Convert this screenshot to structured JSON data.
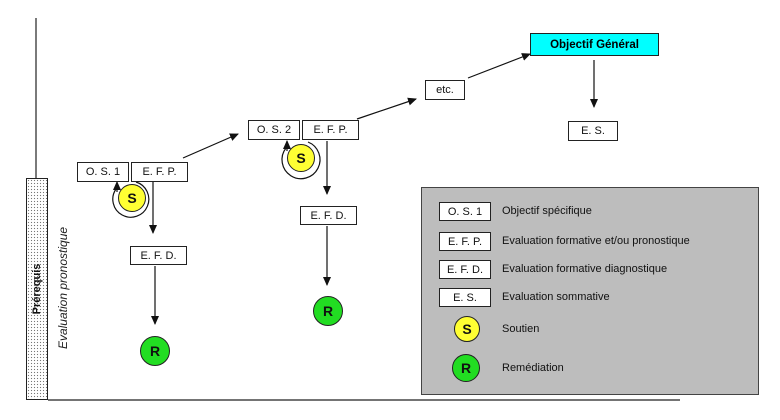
{
  "nodes": {
    "os1": "O. S. 1",
    "efp1": "E. F. P.",
    "efd1": "E. F. D.",
    "os2": "O. S. 2",
    "efp2": "E. F. P.",
    "efd2": "E. F. D.",
    "etc": "etc.",
    "goal": "Objectif Général",
    "es": "E. S.",
    "s1": "S",
    "s2": "S",
    "r1": "R",
    "r2": "R"
  },
  "side": {
    "prereq": "Prérequis",
    "evaluation": "Evaluation pronostique"
  },
  "legend": [
    {
      "key": "O. S. 1",
      "text": "Objectif spécifique"
    },
    {
      "key": "E. F. P.",
      "text": "Evaluation formative et/ou pronostique"
    },
    {
      "key": "E. F. D.",
      "text": "Evaluation formative diagnostique"
    },
    {
      "key": "E. S.",
      "text": "Evaluation sommative"
    },
    {
      "key": "S",
      "text": "Soutien"
    },
    {
      "key": "R",
      "text": "Remédiation"
    }
  ],
  "colors": {
    "goal_fill": "#00ffff",
    "soutien_fill": "#ffff33",
    "remediation_fill": "#22dd22",
    "legend_bg": "#bdbdbd"
  }
}
